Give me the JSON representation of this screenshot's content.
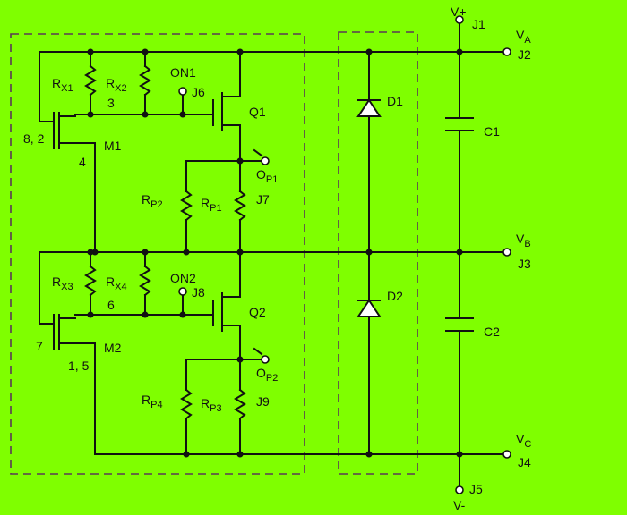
{
  "colors": {
    "background": "#7fff00",
    "wire": "#111111",
    "dashed_box": "#5a3a55",
    "terminal": "#ffffff"
  },
  "labels": {
    "vplus": "V+",
    "j1": "J1",
    "va_main": "V",
    "va_sub": "A",
    "j2": "J2",
    "vb_main": "V",
    "vb_sub": "B",
    "j3": "J3",
    "vc_main": "V",
    "vc_sub": "C",
    "j4": "J4",
    "j5": "J5",
    "vminus": "V-",
    "rx1_main": "R",
    "rx1_sub": "X1",
    "rx2_main": "R",
    "rx2_sub": "X2",
    "on1": "ON1",
    "j6": "J6",
    "q1": "Q1",
    "node3": "3",
    "m1": "M1",
    "node82": "8, 2",
    "node4": "4",
    "op1_main": "O",
    "op1_sub": "P1",
    "rp2_main": "R",
    "rp2_sub": "P2",
    "rp1_main": "R",
    "rp1_sub": "P1",
    "j7": "J7",
    "rx3_main": "R",
    "rx3_sub": "X3",
    "rx4_main": "R",
    "rx4_sub": "X4",
    "on2": "ON2",
    "j8": "J8",
    "q2": "Q2",
    "node6": "6",
    "m2": "M2",
    "node7": "7",
    "node15": "1, 5",
    "op2_main": "O",
    "op2_sub": "P2",
    "rp4_main": "R",
    "rp4_sub": "P4",
    "rp3_main": "R",
    "rp3_sub": "P3",
    "j9": "J9",
    "d1": "D1",
    "d2": "D2",
    "c1": "C1",
    "c2": "C2"
  }
}
